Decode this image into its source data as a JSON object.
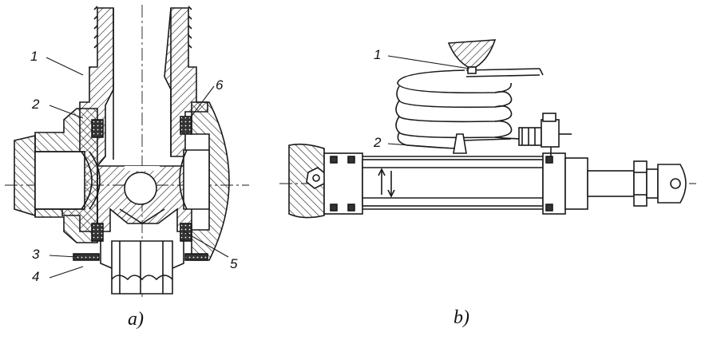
{
  "figure_a": {
    "caption": "a)",
    "labels": {
      "l1": "1",
      "l2": "2",
      "l3": "3",
      "l4": "4",
      "l5": "5",
      "l6": "6"
    }
  },
  "figure_b": {
    "caption": "b)",
    "labels": {
      "l1": "1",
      "l2": "2"
    }
  },
  "colors": {
    "ink": "#1a1a1a",
    "hatch": "#2a2a2a",
    "paper": "#ffffff"
  }
}
